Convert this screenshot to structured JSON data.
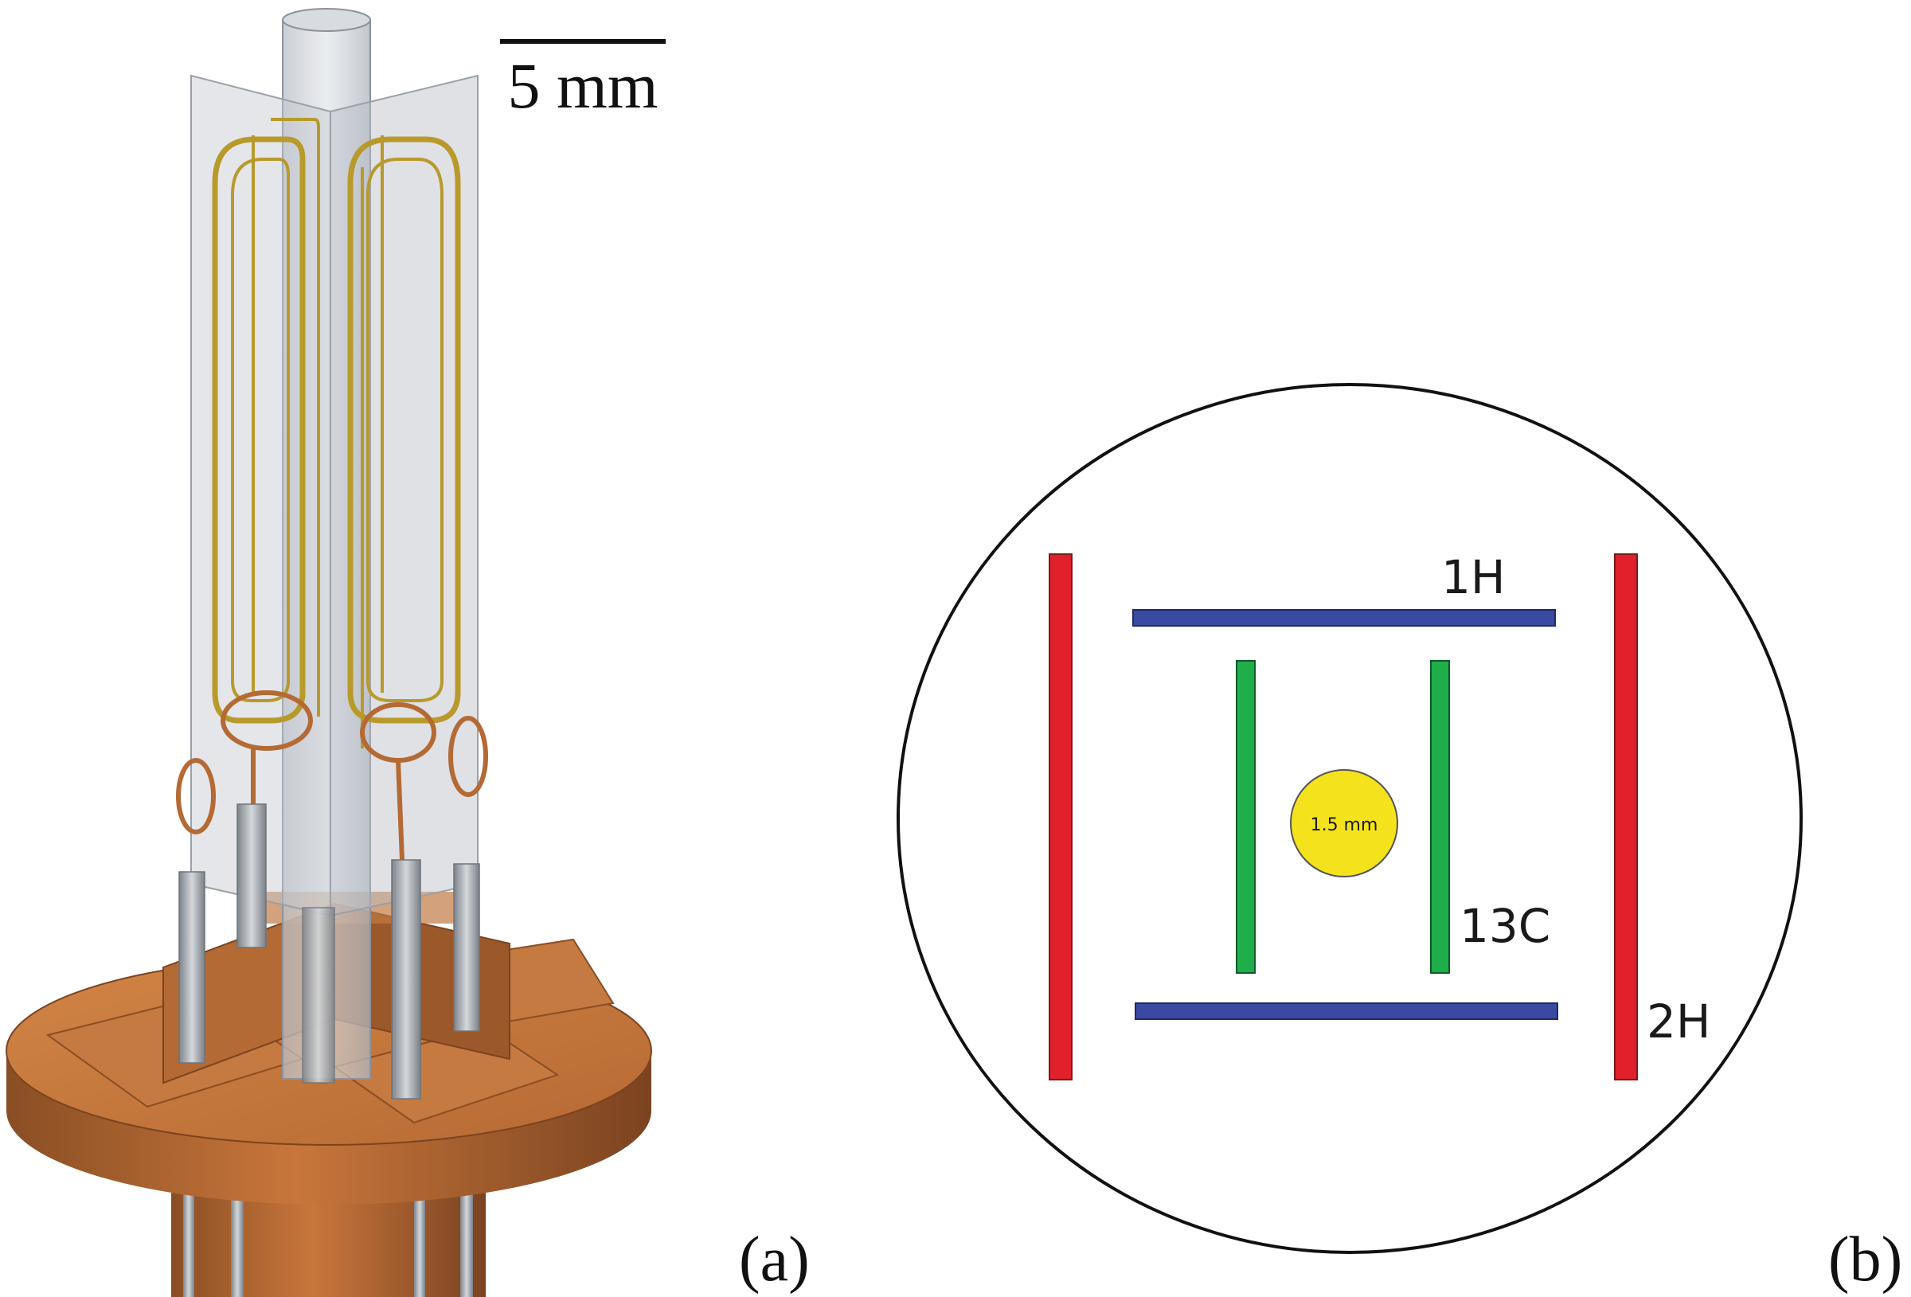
{
  "panel_a": {
    "scale_bar_label": "5 mm",
    "panel_label": "(a)"
  },
  "panel_b": {
    "panel_label": "(b)",
    "sample_label": "1.5 mm",
    "coil_labels": {
      "proton": "1H",
      "carbon": "13C",
      "deuterium": "2H"
    }
  },
  "colors": {
    "copper": "#b46a34",
    "copper_dark": "#8a4e24",
    "copper_light": "#d98a4c",
    "gold_trace": "#b89a2c",
    "glass": "#c9ced6",
    "pin": "#9aa0a6",
    "coil_1H": "#3b4aa0",
    "coil_13C": "#1fae4a",
    "coil_2H": "#e0202a",
    "sample": "#f4e31c"
  }
}
